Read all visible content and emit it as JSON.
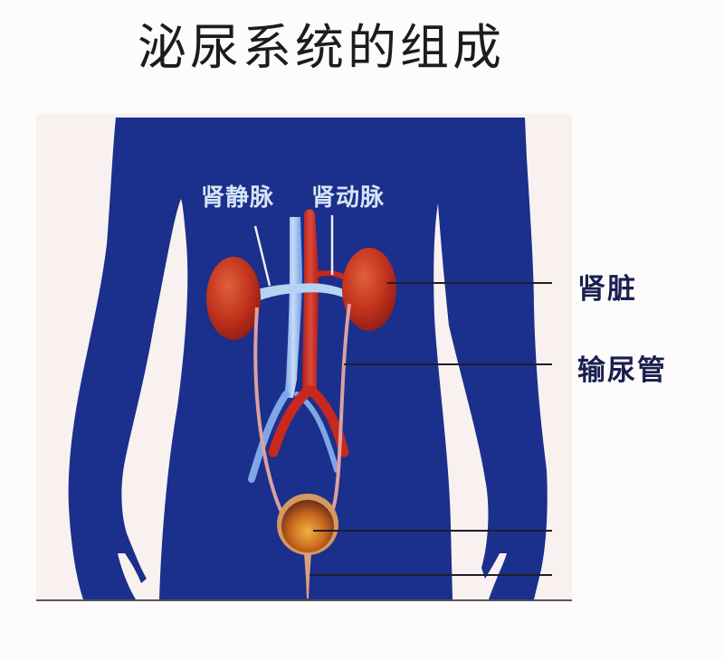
{
  "title": "泌尿系统的组成",
  "vessel_labels": {
    "renal_vein": "肾静脉",
    "renal_artery": "肾动脉"
  },
  "organ_labels": [
    {
      "id": "kidney",
      "text": "肾脏"
    },
    {
      "id": "ureter",
      "text": "输尿管"
    },
    {
      "id": "bladder",
      "text": ""
    },
    {
      "id": "urethra",
      "text": ""
    }
  ],
  "colors": {
    "body": "#1b2f8c",
    "kidney": "#c0311d",
    "artery": "#c8281e",
    "vein": "#9cc0ef",
    "ureter": "#d8a0a0",
    "bladder": "#c87a2a",
    "leader_line": "#1e1e2a",
    "label_text": "#1a1f4f"
  }
}
